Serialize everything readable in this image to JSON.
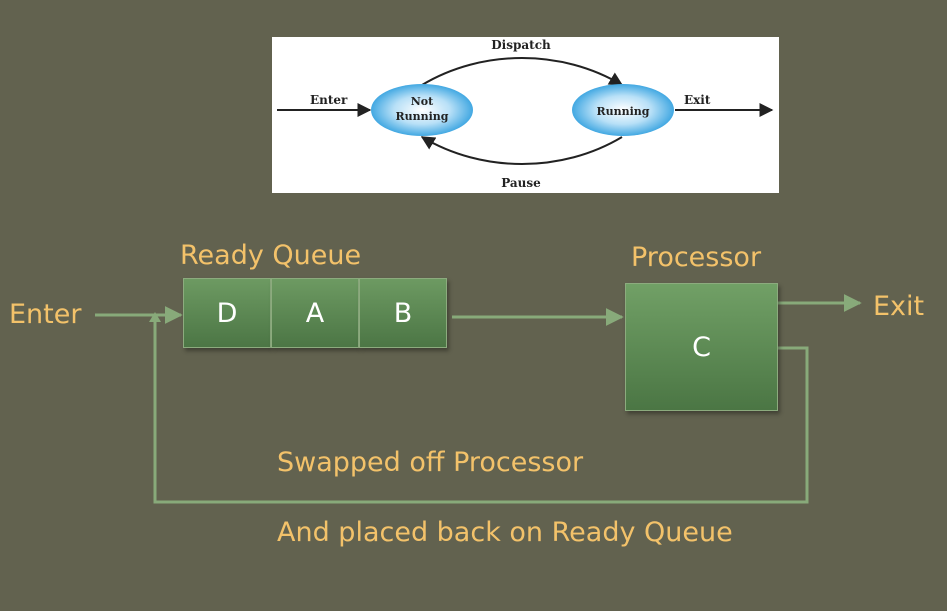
{
  "state_diagram": {
    "enter": "Enter",
    "not_running_line1": "Not",
    "not_running_line2": "Running",
    "running": "Running",
    "dispatch": "Dispatch",
    "pause": "Pause",
    "exit": "Exit"
  },
  "queue_diagram": {
    "enter": "Enter",
    "ready_queue_title": "Ready Queue",
    "queue_items": [
      "D",
      "A",
      "B"
    ],
    "processor_title": "Processor",
    "processor_item": "C",
    "exit": "Exit",
    "swapped_caption": "Swapped off Processor",
    "placed_back_caption": "And placed back on Ready Queue"
  },
  "colors": {
    "background": "#62624f",
    "label": "#f3c26a",
    "box_green": "#5d8a55",
    "line_green": "#88aa7a",
    "state_blue": "#5ab7e8"
  }
}
